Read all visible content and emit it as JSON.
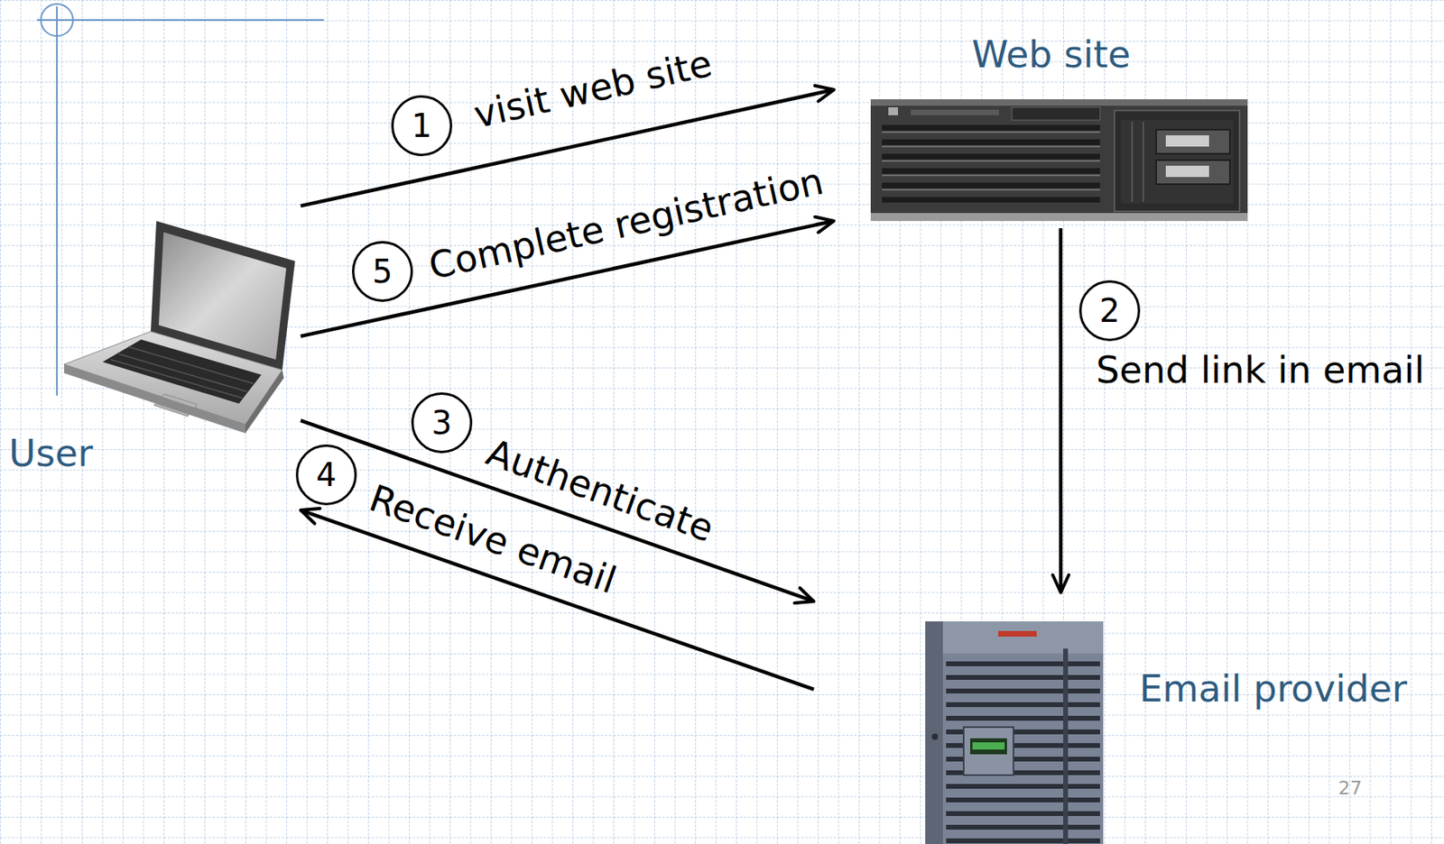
{
  "diagram": {
    "nodes": [
      {
        "text": [
          "Web site"
        ]
      },
      {
        "text": [
          "User"
        ]
      },
      {
        "text": [
          "Email provider"
        ]
      }
    ],
    "edges": [
      {
        "from": 1,
        "to": 0,
        "arrow": "to",
        "label": "visit web site"
      },
      {
        "from": 0,
        "to": 2,
        "arrow": "to",
        "label": "Send link in email"
      },
      {
        "from": 1,
        "to": 2,
        "arrow": "to",
        "label": "Authenticate"
      },
      {
        "from": 2,
        "to": 1,
        "arrow": "to",
        "label": "Receive email"
      },
      {
        "from": 1,
        "to": 0,
        "arrow": "to",
        "label": "Complete registration"
      }
    ],
    "labels": [
      "1",
      "2",
      "3",
      "4",
      "5",
      "27"
    ]
  }
}
